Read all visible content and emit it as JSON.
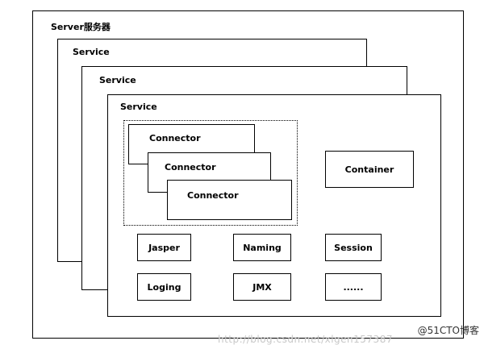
{
  "server": {
    "title": "Server服务器"
  },
  "services": [
    {
      "title": "Service"
    },
    {
      "title": "Service"
    },
    {
      "title": "Service"
    }
  ],
  "connectors": [
    "Connector",
    "Connector",
    "Connector"
  ],
  "container": {
    "label": "Container"
  },
  "components": [
    {
      "label": "Jasper"
    },
    {
      "label": "Naming"
    },
    {
      "label": "Session"
    },
    {
      "label": "Loging"
    },
    {
      "label": "JMX"
    },
    {
      "label": "......"
    }
  ],
  "watermark": {
    "brand": "@51CTO博客",
    "url": "http://blog.csdn.net/xlgen157387"
  }
}
